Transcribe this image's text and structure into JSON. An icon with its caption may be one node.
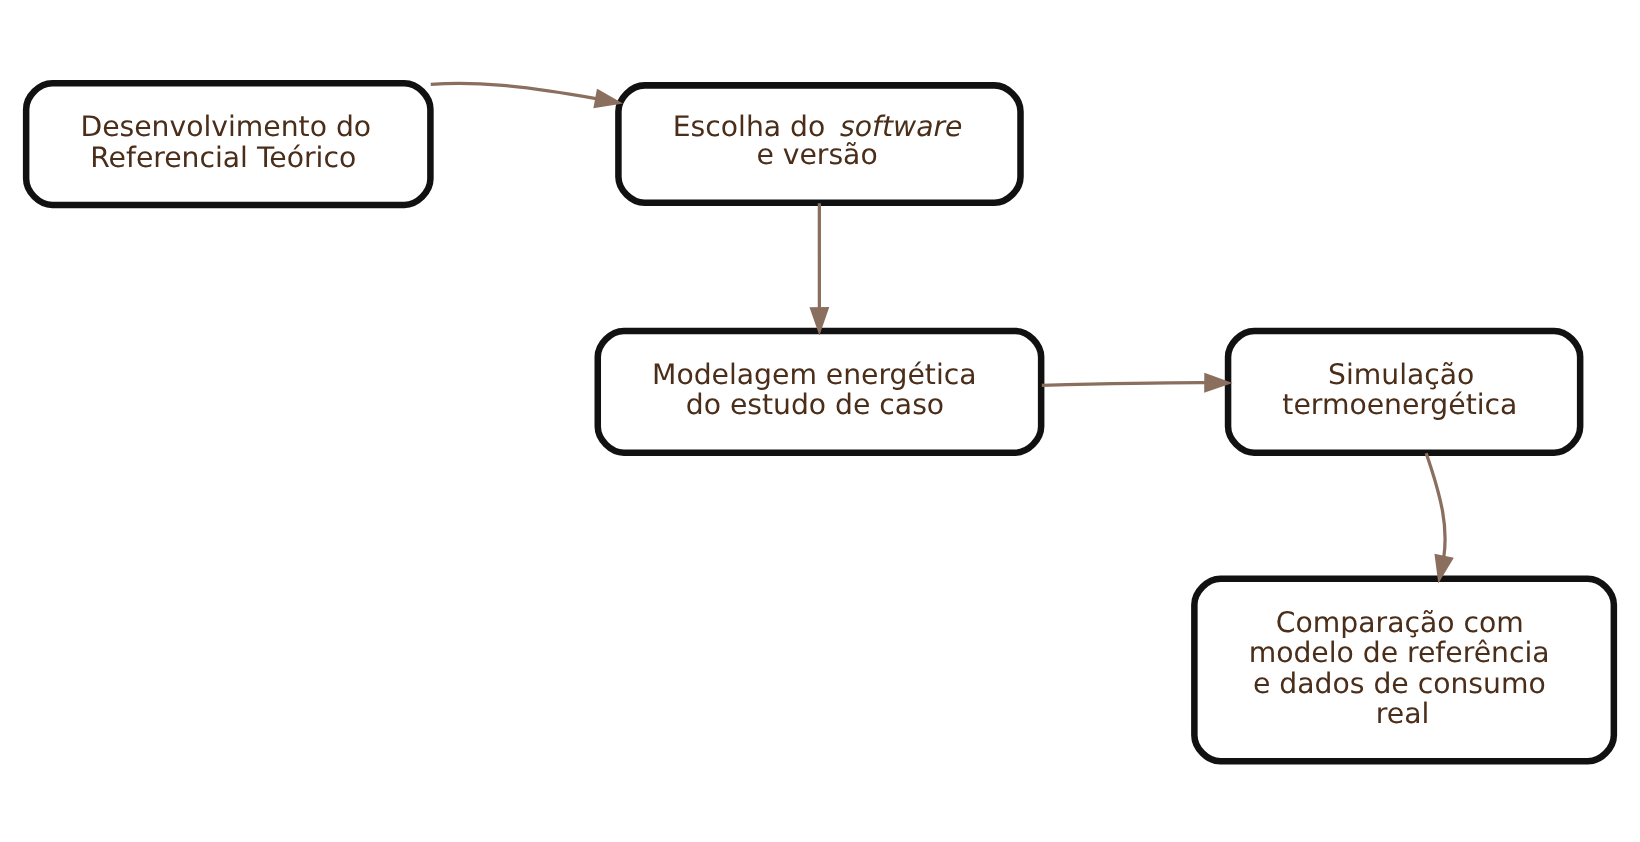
{
  "diagram": {
    "nodes": [
      {
        "text": [
          "Desenvolvimento do Referencial Teórico"
        ]
      },
      {
        "text": [
          "Escolha do *software* e versão"
        ]
      },
      {
        "text": [
          "Modelagem energética do estudo de caso"
        ]
      },
      {
        "text": [
          "Simulação termoenergética"
        ]
      },
      {
        "text": [
          "Comparação com modelo de referência e dados de consumo real"
        ]
      }
    ],
    "edges": [
      {
        "from": 0,
        "to": 1,
        "arrow": "to"
      },
      {
        "from": 1,
        "to": 2,
        "arrow": "to"
      },
      {
        "from": 2,
        "to": 3,
        "arrow": "to"
      },
      {
        "from": 3,
        "to": 4,
        "arrow": "to"
      }
    ]
  }
}
